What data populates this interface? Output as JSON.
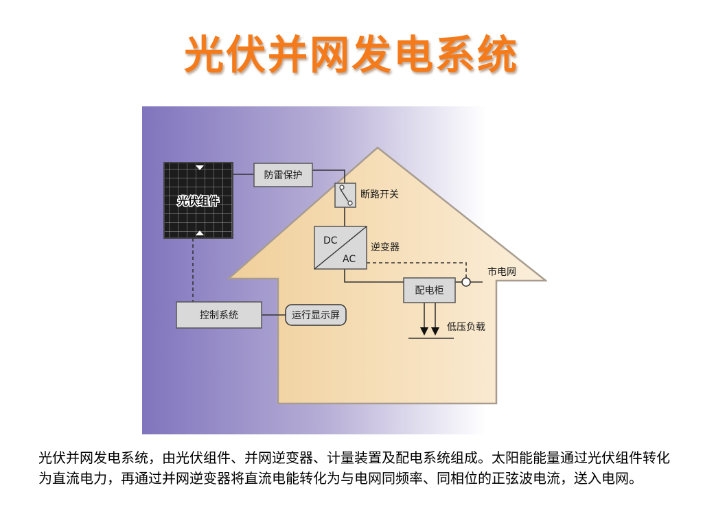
{
  "title": "光伏并网发电系统",
  "diagram": {
    "pv_module": "光伏组件",
    "lightning_protection": "防雷保护",
    "breaker": "断路开关",
    "inverter_dc": "DC",
    "inverter_ac": "AC",
    "inverter": "逆变器",
    "grid": "市电网",
    "distribution_cabinet": "配电柜",
    "low_voltage_load": "低压负载",
    "control_system": "控制系统",
    "display_screen": "运行显示屏"
  },
  "description": "光伏并网发电系统，由光伏组件、并网逆变器、计量装置及配电系统组成。太阳能能量通过光伏组件转化为直流电力，再通过并网逆变器将直流电能转化为与电网同频率、同相位的正弦波电流，送入电网。"
}
